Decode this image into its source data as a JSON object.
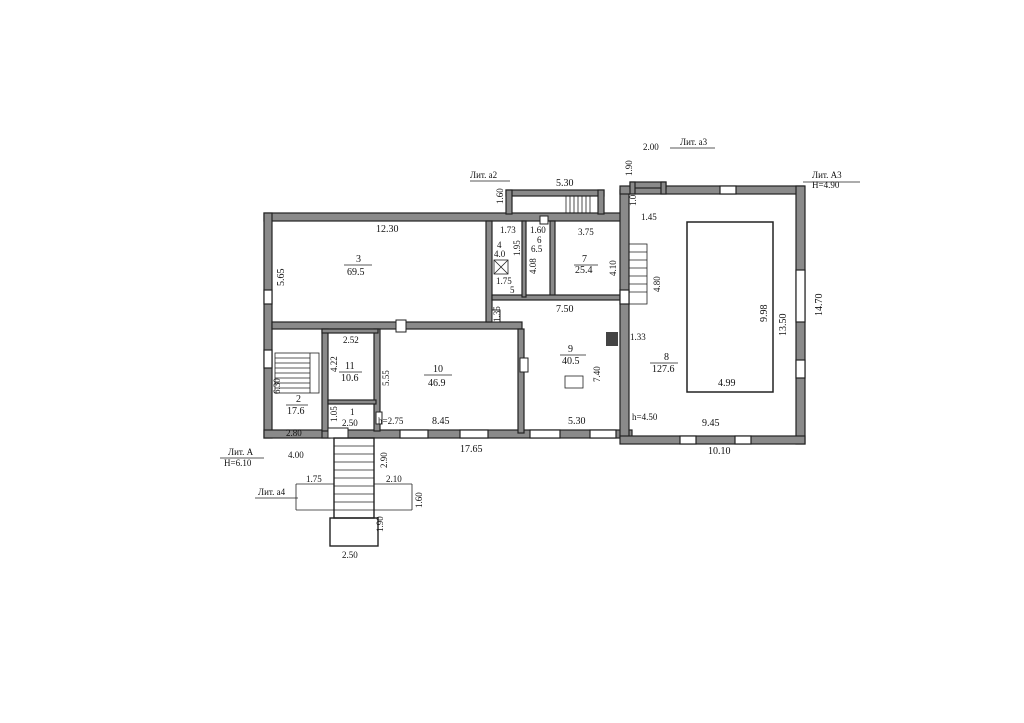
{
  "literas": {
    "a2": "Лит. а2",
    "a3": "Лит. а3",
    "A3": "Лит. А3",
    "A3_h": "Н=4.90",
    "A": "Лит. А",
    "A_h": "Н=6.10",
    "a4": "Лит. а4"
  },
  "rooms": [
    {
      "num": "3",
      "area": "69.5"
    },
    {
      "num": "4",
      "area": "4.0"
    },
    {
      "num": "5",
      "area": "5"
    },
    {
      "num": "6",
      "area": "6.5"
    },
    {
      "num": "7",
      "area": "25.4"
    },
    {
      "num": "8",
      "area": "127.6"
    },
    {
      "num": "9",
      "area": "40.5"
    },
    {
      "num": "10",
      "area": "46.9"
    },
    {
      "num": "11",
      "area": "10.6"
    },
    {
      "num": "2",
      "area": "17.6"
    },
    {
      "num": "1",
      "area": ""
    }
  ],
  "dimensions": {
    "d_12_30": "12.30",
    "d_5_65": "5.65",
    "d_1_73": "1.73",
    "d_1_60a": "1.60",
    "d_3_75": "3.75",
    "d_1_95": "1.95",
    "d_4_08": "4.08",
    "d_4_10": "4.10",
    "d_1_75": "1.75",
    "d_1_35": "1.35",
    "d_7_50": "7.50",
    "d_2_52": "2.52",
    "d_4_22": "4.22",
    "d_5_55": "5.55",
    "d_6_30": "6.30",
    "d_1_05": "1.05",
    "d_2_50a": "2.50",
    "d_h275": "h=2.75",
    "d_8_45": "8.45",
    "d_5_30a": "5.30",
    "d_2_80": "2.80",
    "d_4_00": "4.00",
    "d_17_65": "17.65",
    "d_7_40": "7.40",
    "d_1_33": "1.33",
    "d_h450": "h=4.50",
    "d_9_45": "9.45",
    "d_10_10": "10.10",
    "d_4_99": "4.99",
    "d_9_98": "9.98",
    "d_13_50": "13.50",
    "d_14_70": "14.70",
    "d_4_80": "4.80",
    "d_1_45": "1.45",
    "d_1_0": "1.0",
    "d_1_90a": "1.90",
    "d_2_00": "2.00",
    "d_1_60b": "1.60",
    "d_5_30b": "5.30",
    "d_1_75b": "1.75",
    "d_2_90": "2.90",
    "d_2_10": "2.10",
    "d_1_60c": "1.60",
    "d_1_90b": "1.90",
    "d_2_50b": "2.50"
  }
}
